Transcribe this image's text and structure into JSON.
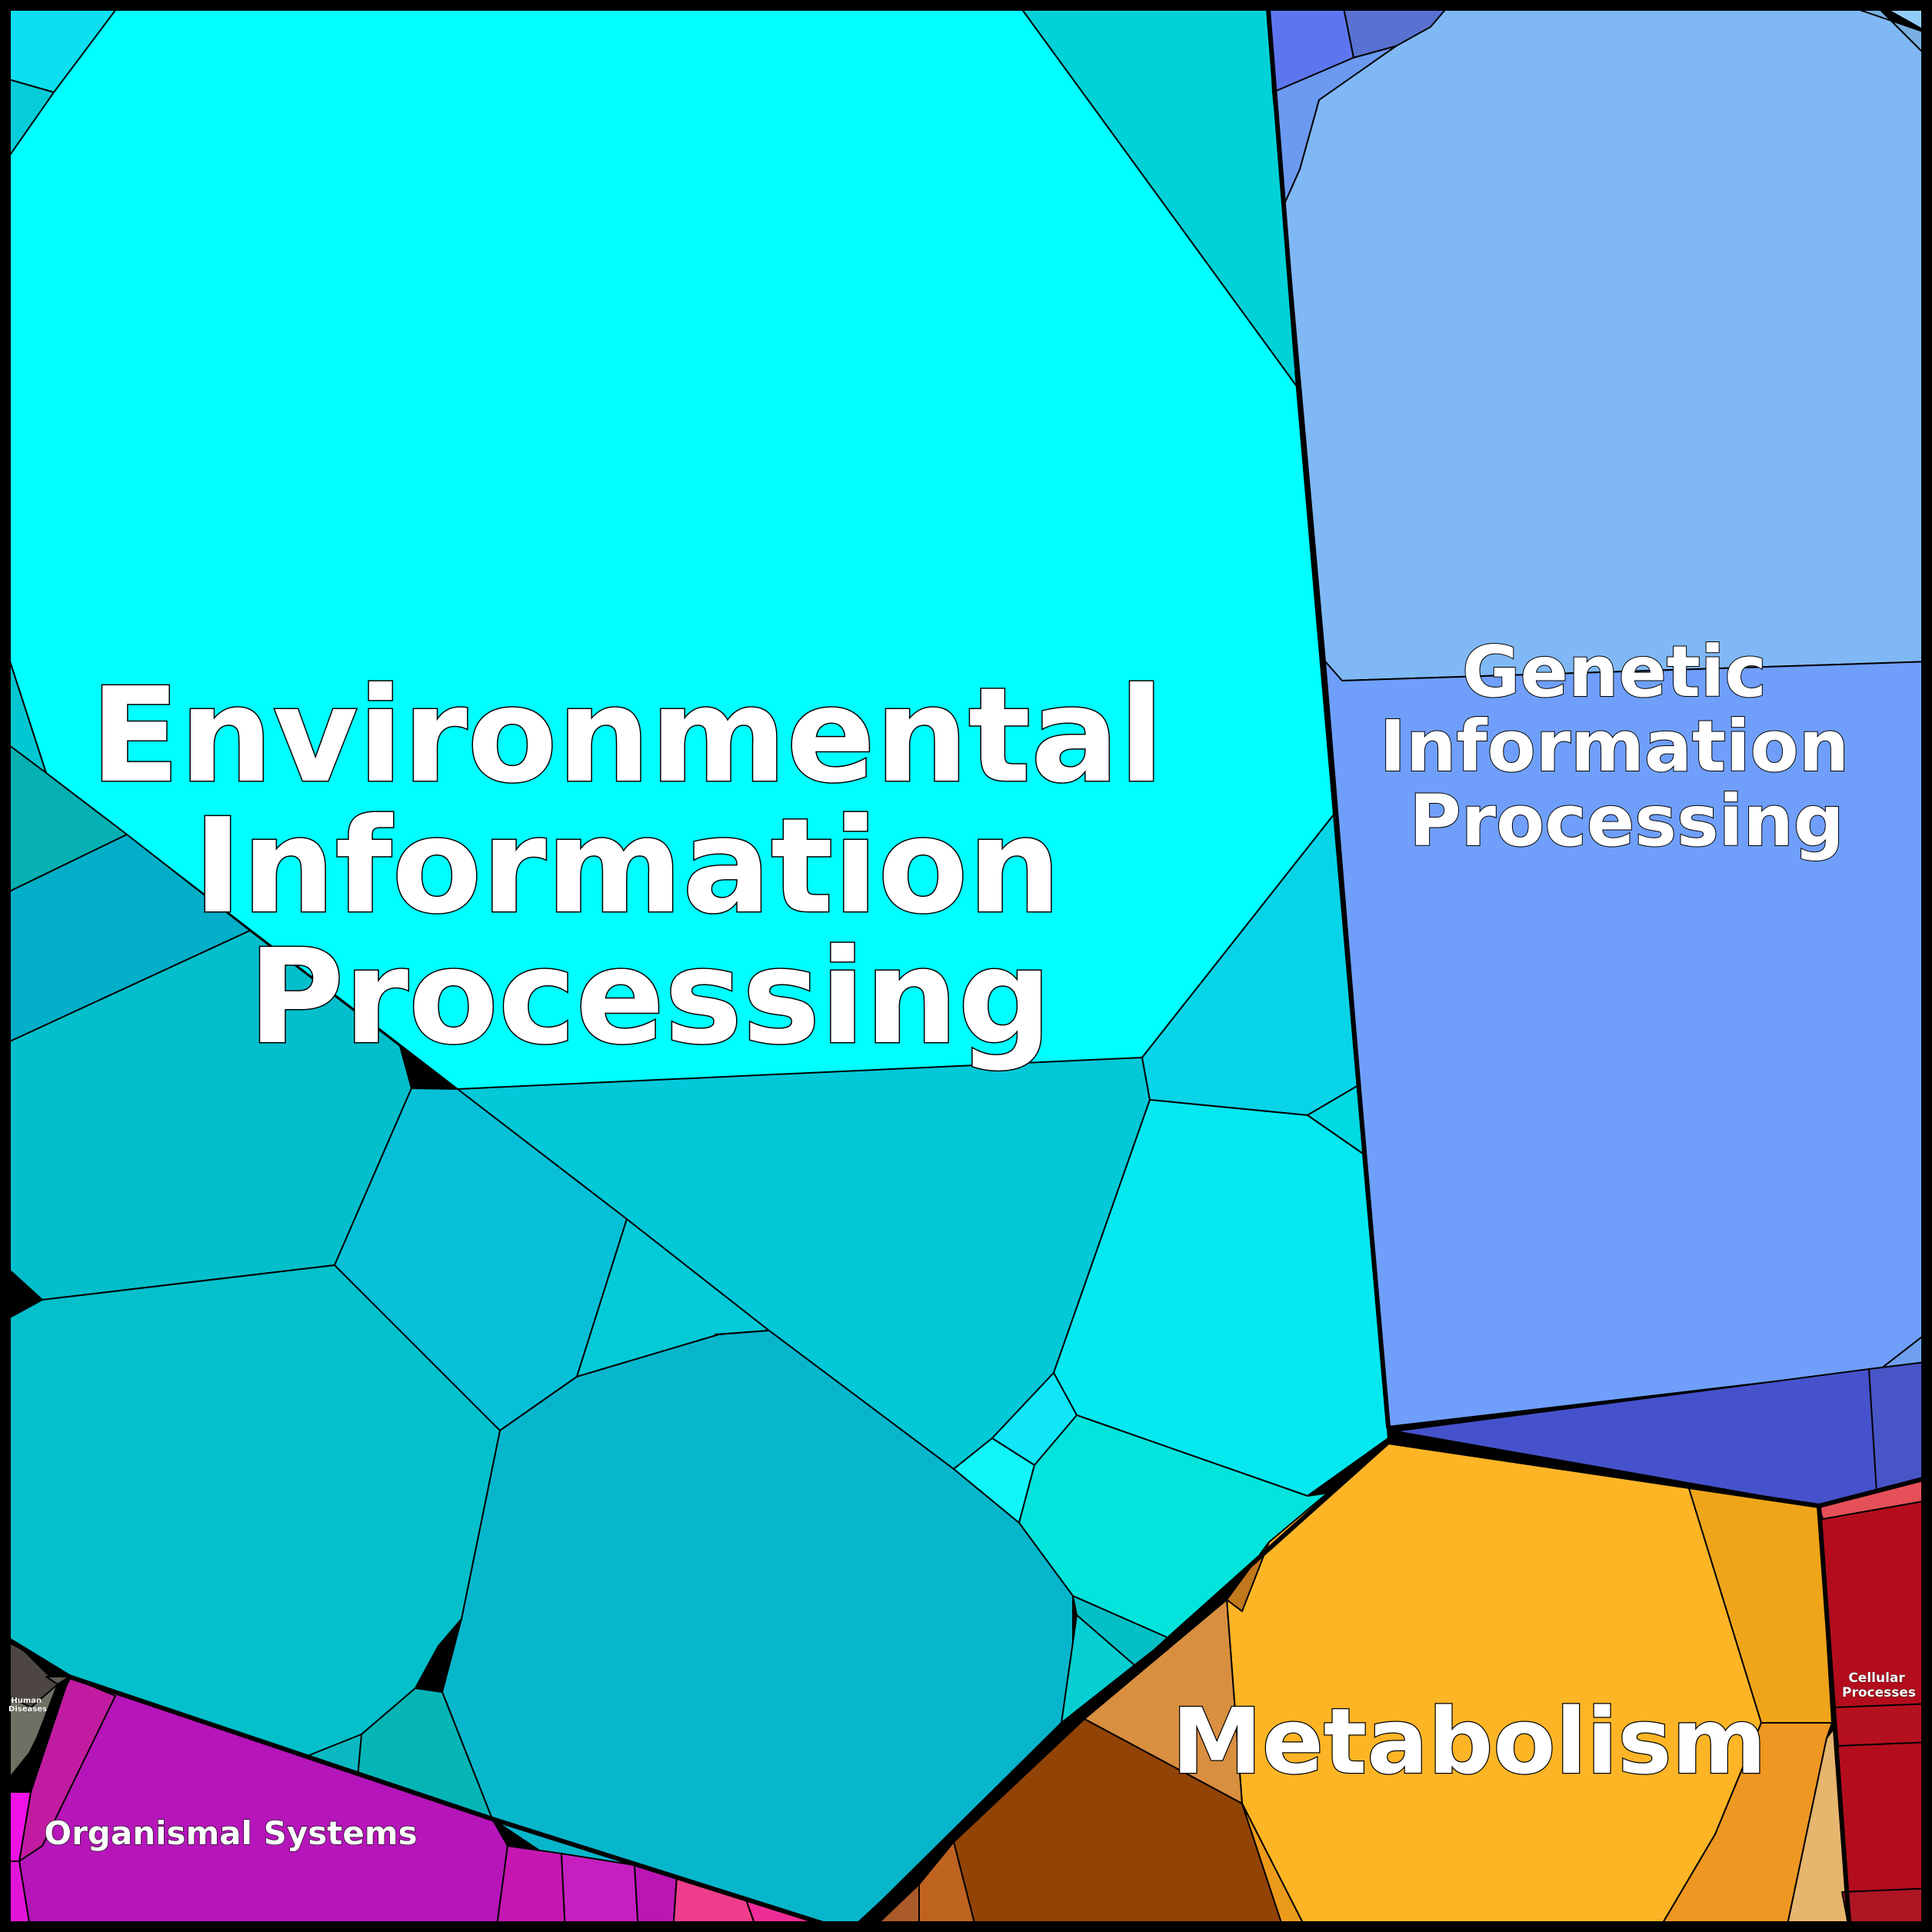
{
  "diagram": {
    "type": "voronoi-treemap",
    "labels": {
      "environmental": [
        "Environmental",
        "Information",
        "Processing"
      ],
      "genetic": [
        "Genetic",
        "Information",
        "Processing"
      ],
      "metabolism": [
        "Metabolism"
      ],
      "organismal": [
        "Organismal Systems"
      ],
      "cellular": [
        "Cellular",
        "Processes"
      ],
      "human": [
        "Human",
        "Diseases"
      ]
    },
    "colors": {
      "environmental": "#00ffff",
      "environmental_sub": "#05c4d8",
      "genetic": "#7fb8f5",
      "genetic_sub": "#6f9ffb",
      "genetic_dark": "#4652cb",
      "metabolism": "#fdb526",
      "metabolism_brown": "#924306",
      "organismal": "#b515b9",
      "cellular": "#b30d1d",
      "human": "#6f7063"
    }
  }
}
